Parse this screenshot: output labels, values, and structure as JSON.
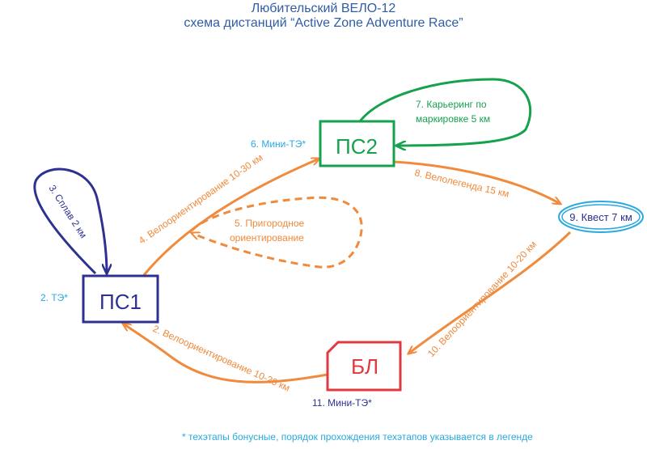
{
  "title": {
    "line1": "Любительский ВЕЛО-12",
    "line2": "схема дистанций “Active Zone Adventure Race”"
  },
  "colors": {
    "title": "#2f5da8",
    "ps1": "#2e3192",
    "ps2": "#16a14d",
    "bl": "#e03a3e",
    "quest": "#2aa9e0",
    "route": "#f08a3c",
    "note": "#2aa9e0"
  },
  "nodes": {
    "ps1": "ПС1",
    "ps2": "ПС2",
    "bl": "БЛ",
    "quest": "9. Квест 7 км"
  },
  "labels": {
    "te2": "2. ТЭ*",
    "splav": "3. Сплав 2 км",
    "vo4": "4. Велоориентирование 10-30 км",
    "prig_line1": "5. Пригородное",
    "prig_line2": "ориентирование",
    "mini6": "6. Мини-ТЭ*",
    "karer_line1": "7. Карьеринг по",
    "karer_line2": "маркировке 5 км",
    "velo8": "8. Велолегенда 15 км",
    "vo10": "10. Велоориентирование 10-20 км",
    "mini11": "11. Мини-ТЭ*",
    "vo2": "2. Велоориентирование 10-20 км"
  },
  "footnote": "* техэтапы бонусные, порядок прохождения техэтапов указывается в легенде"
}
